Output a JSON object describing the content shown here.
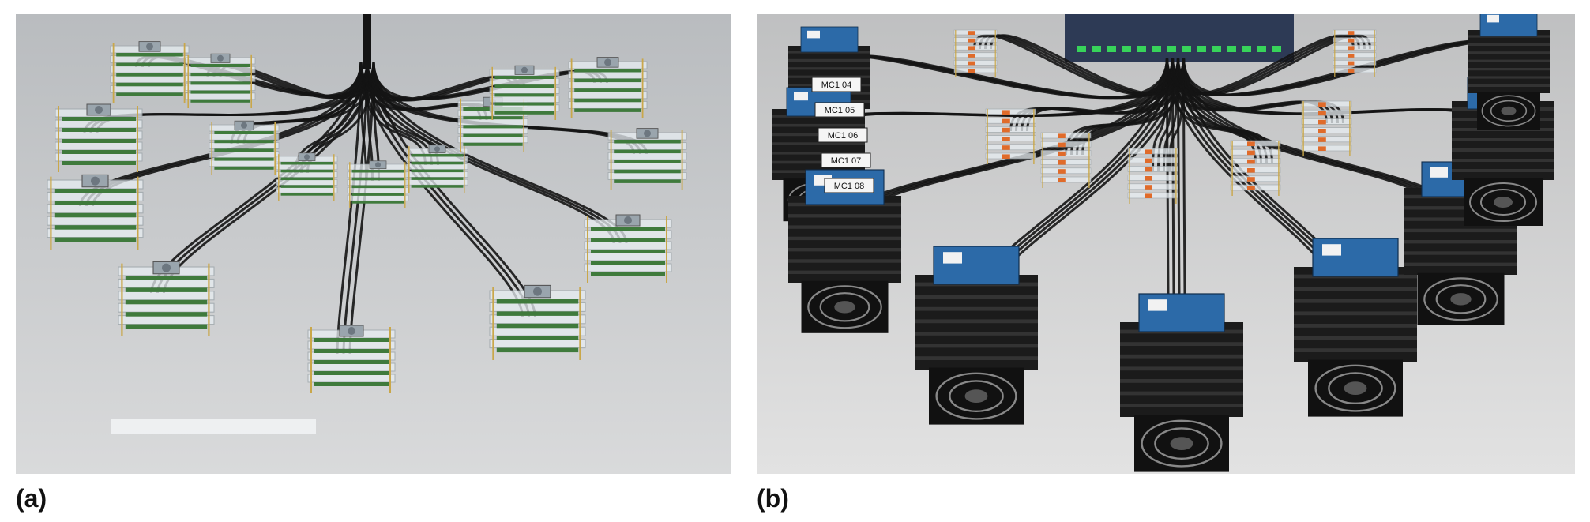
{
  "panels": [
    {
      "label": "(a)",
      "subject": "Raspberry Pi cluster stacks in clear acrylic cases with black cables",
      "stack_count": 16
    },
    {
      "label": "(b)",
      "subject": "Microcontroller boards in black finned heatsink enclosures with fans, cabled to a network switch",
      "stack_count": 16
    }
  ],
  "tags_b": [
    "MC1 04",
    "MC1 05",
    "MC1 06",
    "MC1 07",
    "MC1 08"
  ],
  "colors": {
    "bg_a": "#c9cbcd",
    "bg_b": "#d6d6d6",
    "cable": "#141414",
    "board_green": "#3f7a3c",
    "board_blue": "#2c6aa8",
    "acrylic": "#e8eef2",
    "heatsink": "#1b1b1b",
    "switch": "#2d3a55"
  }
}
